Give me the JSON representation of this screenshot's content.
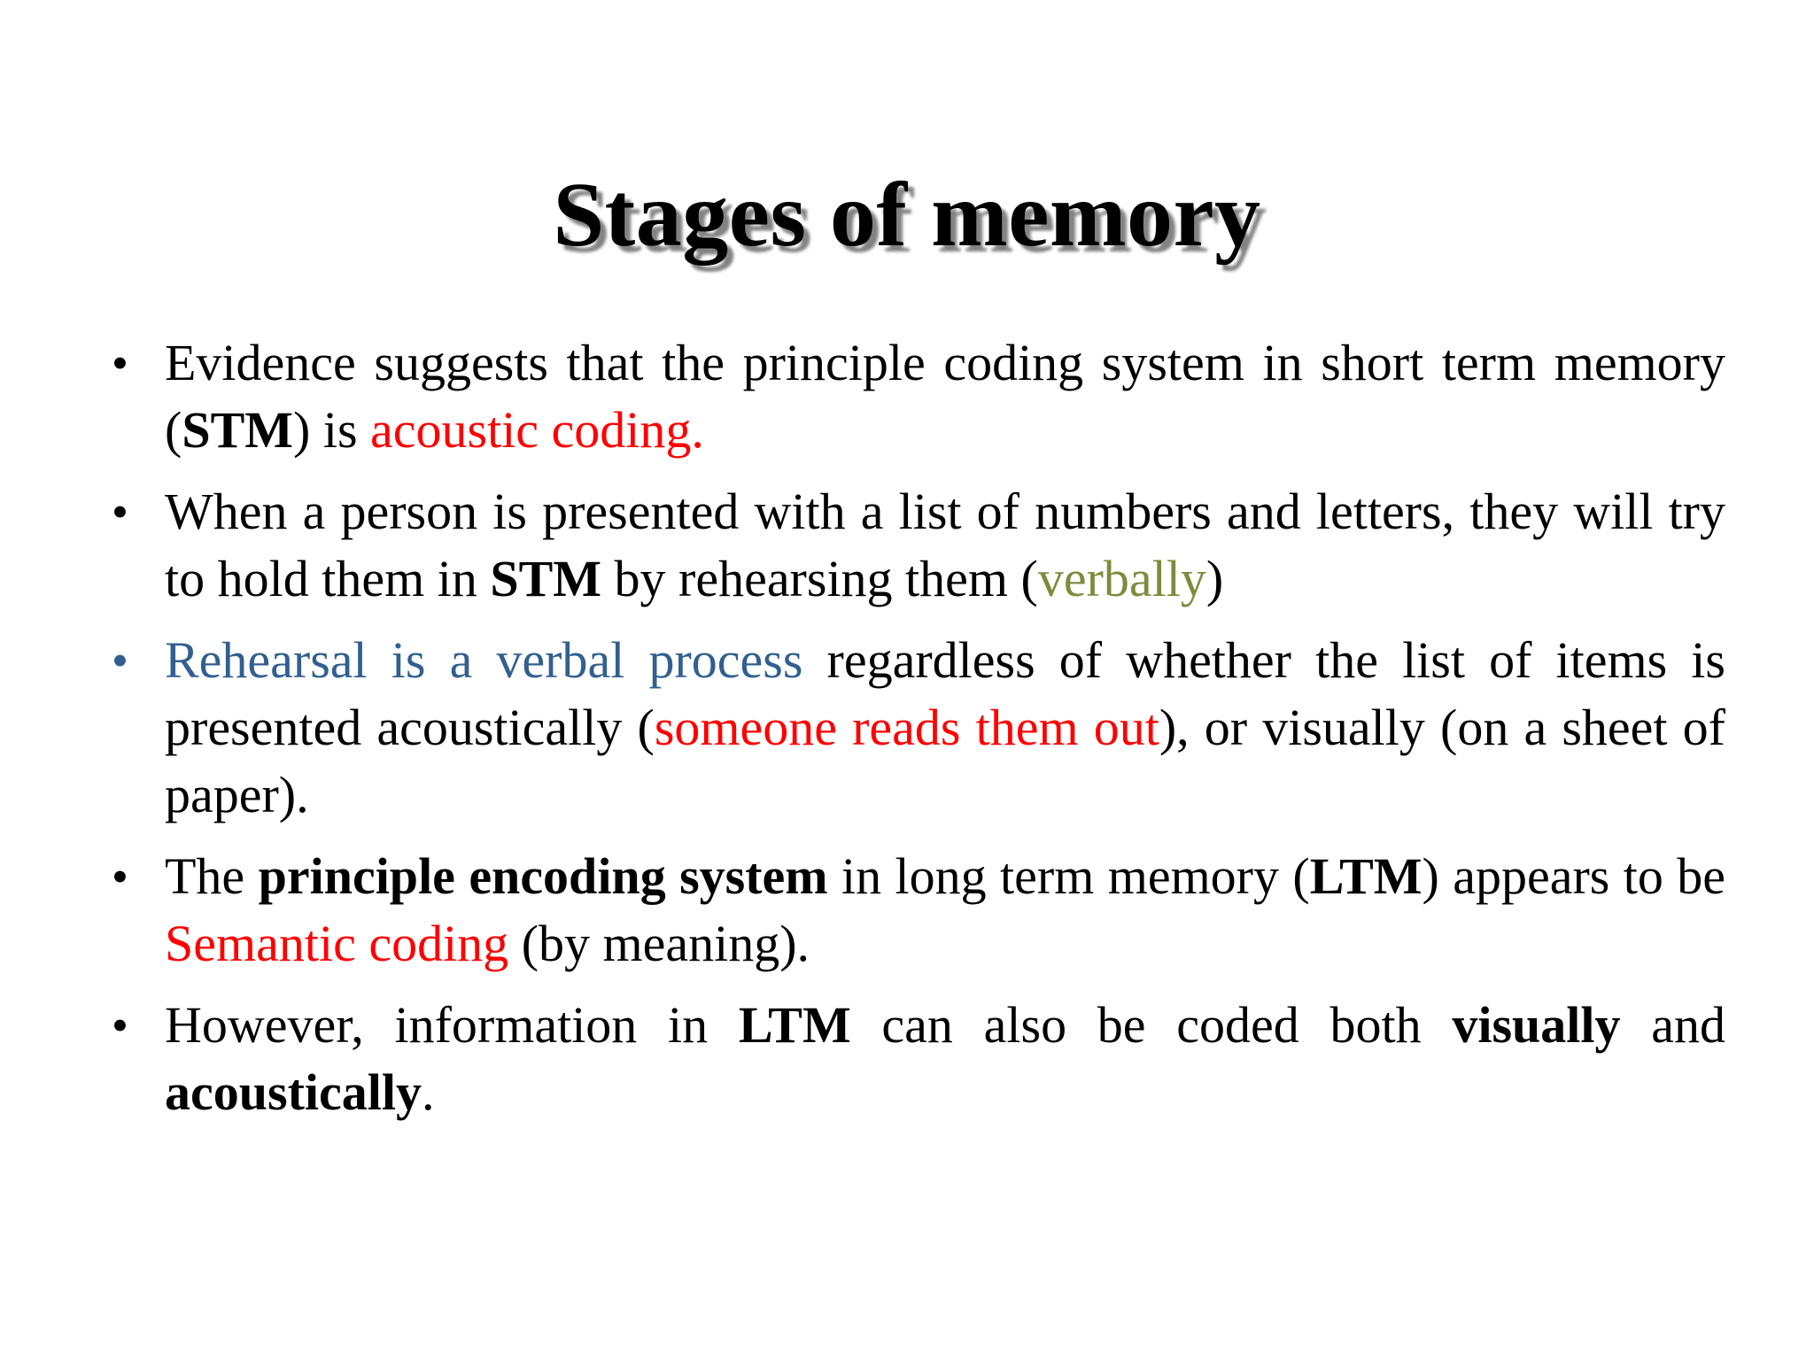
{
  "slide": {
    "title": "Stages of memory",
    "background_color": "#FFFFFF",
    "colors": {
      "text": "#000000",
      "red_accent": "#FF0000",
      "olive_accent": "#7C8C3C",
      "blue_accent": "#31608F"
    },
    "bullet_marker": "•",
    "bullets": [
      {
        "id": "bullet-stm-acoustic-coding",
        "marker_color": "#000000",
        "plain_text": "Evidence suggests that the principle coding system in short term memory (STM) is acoustic coding.",
        "runs": [
          {
            "text": "Evidence suggests that the principle coding system in short term memory (",
            "style": "normal"
          },
          {
            "text": "STM",
            "style": "bold"
          },
          {
            "text": ") is ",
            "style": "normal"
          },
          {
            "text": "acoustic coding.",
            "style": "red"
          }
        ]
      },
      {
        "id": "bullet-rehearsing-verbally",
        "marker_color": "#000000",
        "plain_text": "When a person is presented with a list of numbers and letters, they will try to hold them in STM by rehearsing them (verbally)",
        "runs": [
          {
            "text": "When a person is presented with a list of numbers and letters, they will try to hold them in ",
            "style": "normal"
          },
          {
            "text": "STM",
            "style": "bold"
          },
          {
            "text": " by rehearsing them (",
            "style": "normal"
          },
          {
            "text": "verbally",
            "style": "olive"
          },
          {
            "text": ")",
            "style": "normal"
          }
        ]
      },
      {
        "id": "bullet-rehearsal-verbal-process",
        "marker_color": "#31608F",
        "plain_text": "Rehearsal is a verbal process regardless of whether the list of items is presented acoustically (someone reads them out), or visually (on a sheet of paper).",
        "runs": [
          {
            "text": "Rehearsal is a verbal process",
            "style": "blue"
          },
          {
            "text": " regardless of whether the list of items is presented acoustically (",
            "style": "normal"
          },
          {
            "text": "someone reads them out",
            "style": "red"
          },
          {
            "text": "), or visually (on a sheet of paper).",
            "style": "normal"
          }
        ]
      },
      {
        "id": "bullet-ltm-semantic-coding",
        "marker_color": "#000000",
        "plain_text": "The principle encoding system in long term memory (LTM) appears to be Semantic coding (by meaning).",
        "runs": [
          {
            "text": "The ",
            "style": "normal"
          },
          {
            "text": "principle encoding system",
            "style": "bold"
          },
          {
            "text": " in long term memory (",
            "style": "normal"
          },
          {
            "text": "LTM",
            "style": "bold"
          },
          {
            "text": ") appears to be ",
            "style": "normal"
          },
          {
            "text": "Semantic coding",
            "style": "red"
          },
          {
            "text": " (by meaning).",
            "style": "normal"
          }
        ]
      },
      {
        "id": "bullet-ltm-visual-acoustic",
        "marker_color": "#000000",
        "plain_text": "However, information in LTM can also be coded both visually and acoustically.",
        "runs": [
          {
            "text": "However, information in ",
            "style": "normal"
          },
          {
            "text": "LTM",
            "style": "bold"
          },
          {
            "text": " can also be coded both ",
            "style": "normal"
          },
          {
            "text": "visually",
            "style": "bold"
          },
          {
            "text": " and ",
            "style": "normal"
          },
          {
            "text": "acoustically",
            "style": "bold"
          },
          {
            "text": ".",
            "style": "normal"
          }
        ]
      }
    ]
  }
}
